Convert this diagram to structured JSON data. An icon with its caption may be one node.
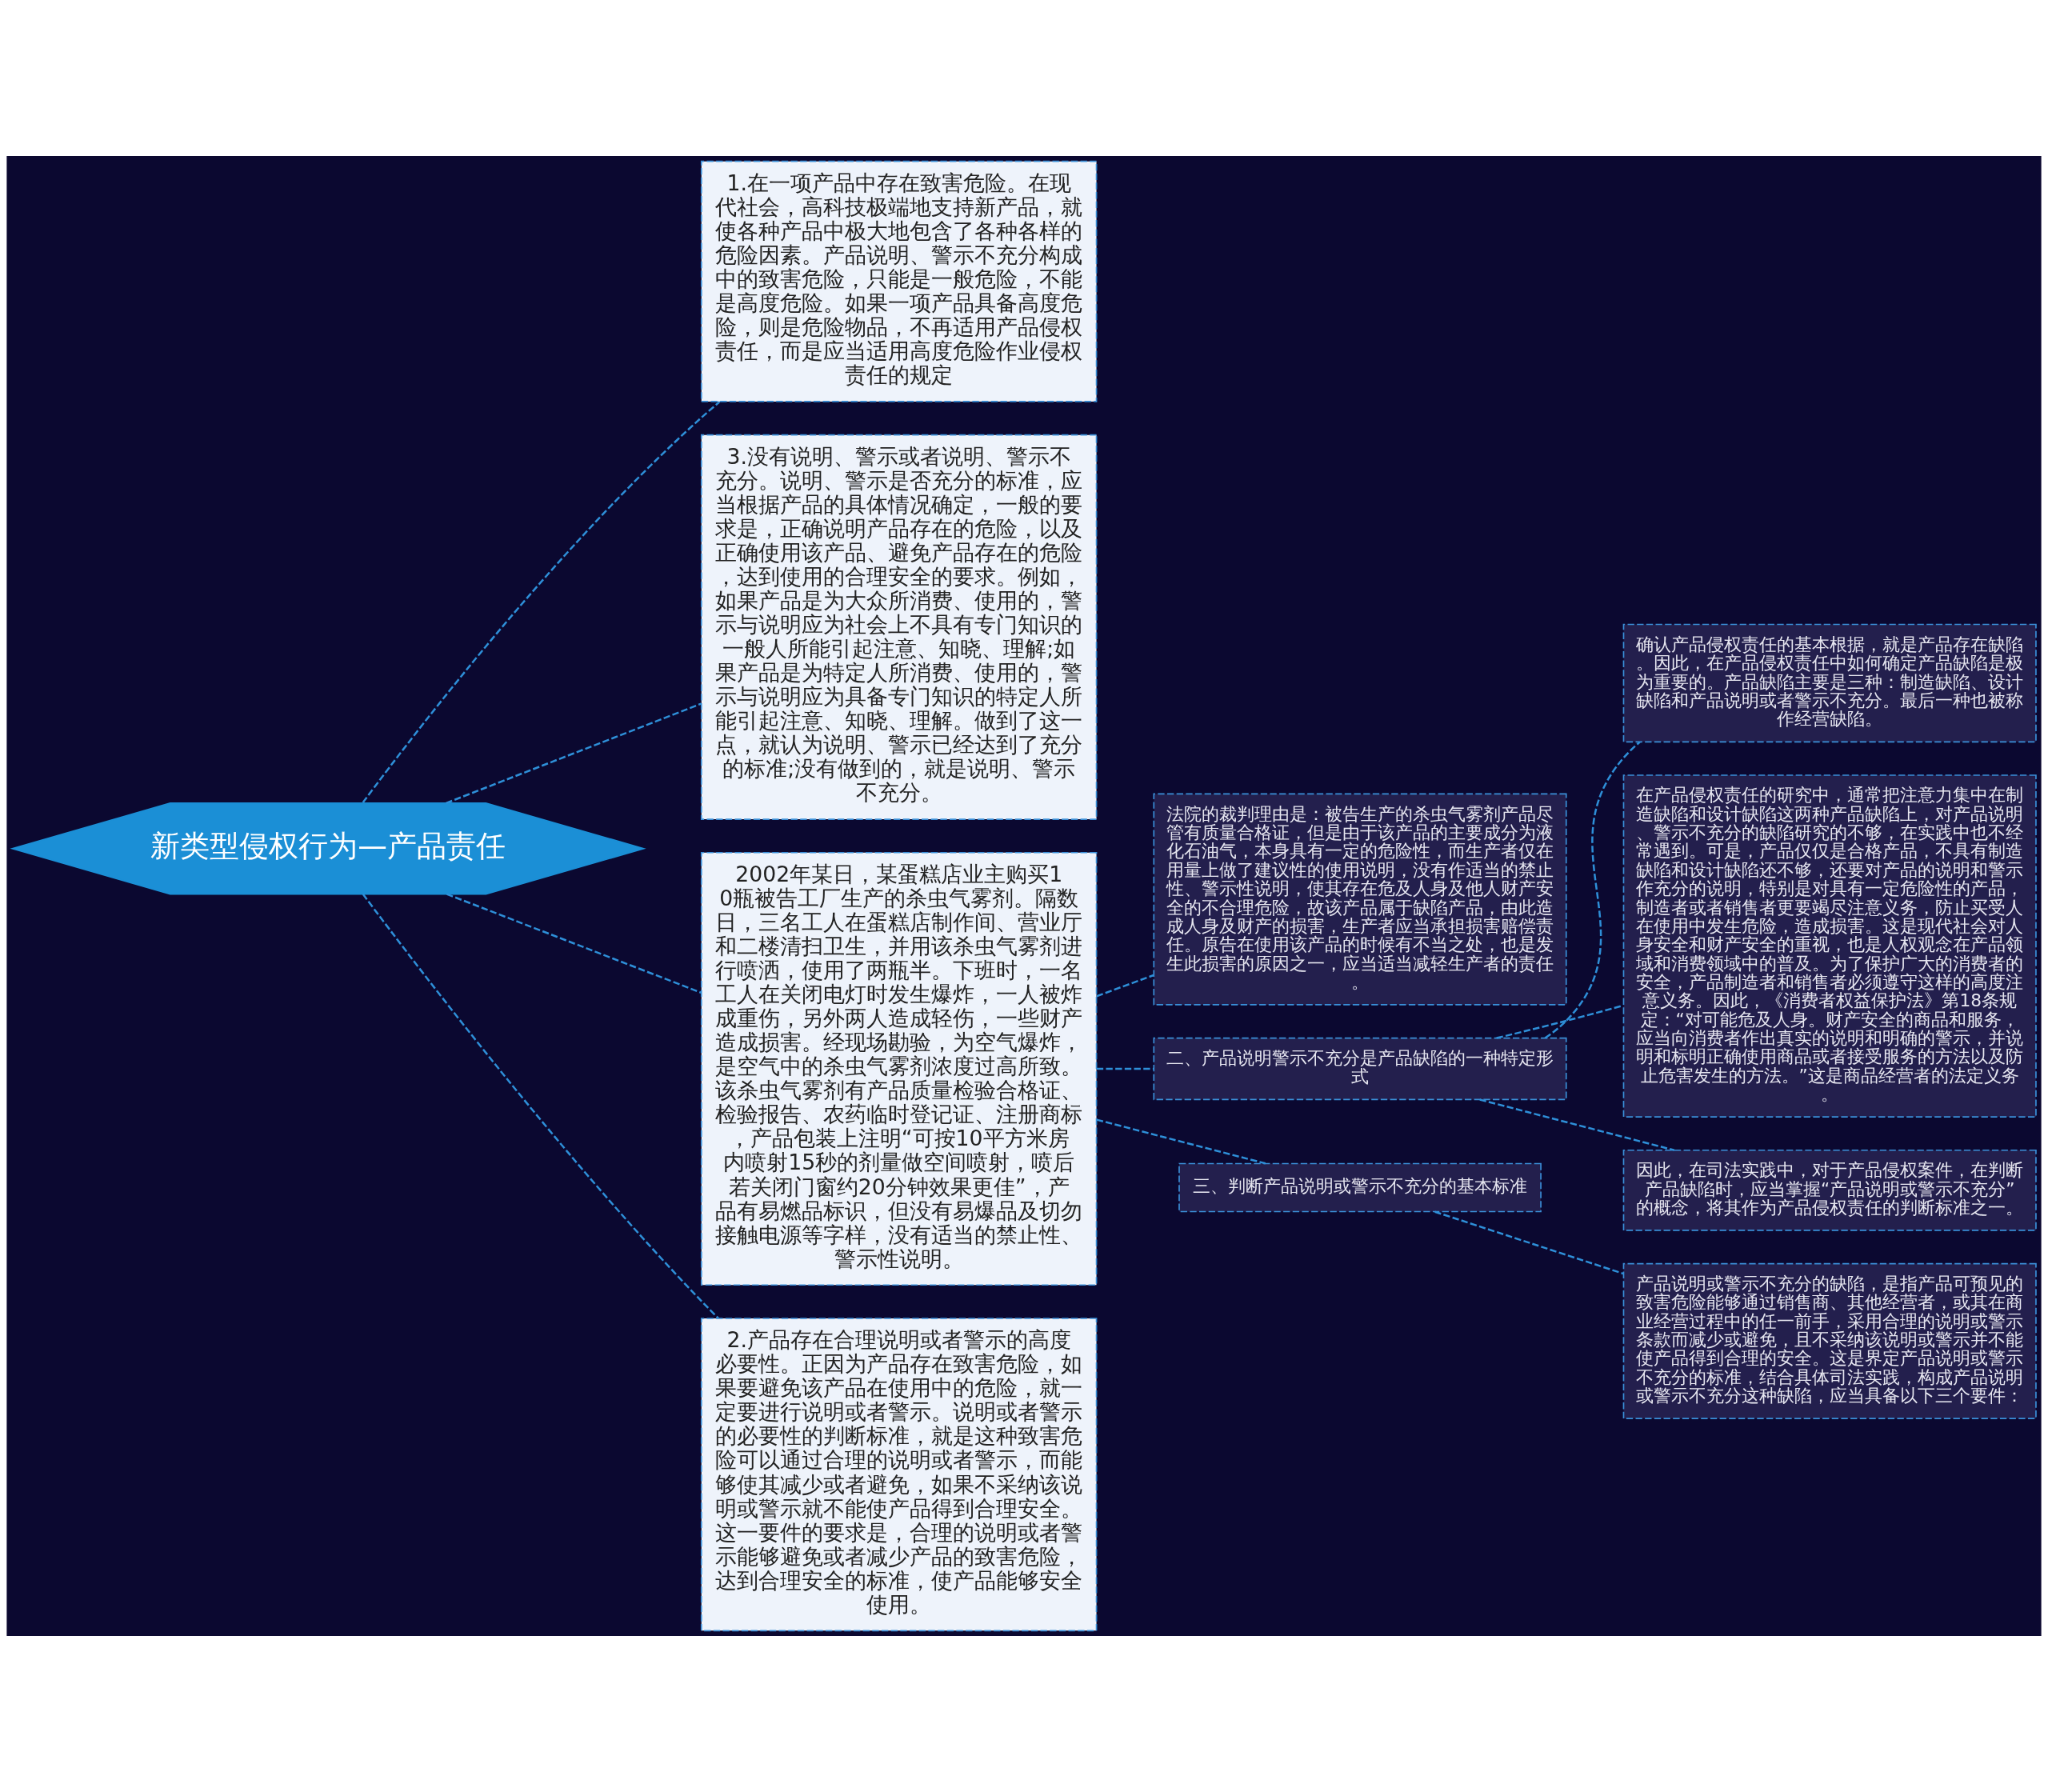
{
  "diagram": {
    "nodes": [
      {
        "text": [
          "新类型侵权行为—产品责任"
        ]
      },
      {
        "text": [
          "1.在一项产品中存在致害危险。在现代社会，高科技极端地支持新产品，就使各种产品中极大地包含了各种各样的危险因素。产品说明、警示不充分构成中的致害危险，只能是一般危险，不能是高度危险。如果一项产品具备高度危险，则是危险物品，不再适用产品侵权责任，而是应当适用高度危险作业侵权责任的规定"
        ]
      },
      {
        "text": [
          "3.没有说明、警示或者说明、警示不充分。说明、警示是否充分的标准，应当根据产品的具体情况确定，一般的要求是，正确说明产品存在的危险，以及正确使用该产品、避免产品存在的危险，达到使用的合理安全的要求。例如，如果产品是为大众所消费、使用的，警示与说明应为社会上不具有专门知识的一般人所能引起注意、知晓、理解;如果产品是为特定人所消费、使用的，警示与说明应为具备专门知识的特定人所能引起注意、知晓、理解。做到了这一点，就认为说明、警示已经达到了充分的标准;没有做到的，就是说明、警示不充分。"
        ]
      },
      {
        "text": [
          "2002年某日，某蛋糕店业主购买10瓶被告工厂生产的杀虫气雾剂。隔数日，三名工人在蛋糕店制作间、营业厅和二楼清扫卫生，并用该杀虫气雾剂进行喷洒，使用了两瓶半。下班时，一名工人在关闭电灯时发生爆炸，一人被炸成重伤，另外两人造成轻伤，一些财产造成损害。经现场勘验，为空气爆炸，是空气中的杀虫气雾剂浓度过高所致。该杀虫气雾剂有产品质量检验合格证、检验报告、农药临时登记证、注册商标，产品包装上注明“可按10平方米房内喷射15秒的剂量做空间喷射，喷后若关闭门窗约20分钟效果更佳”，产品有易燃品标识，但没有易爆品及切勿接触电源等字样，没有适当的禁止性、警示性说明。"
        ]
      },
      {
        "text": [
          "法院的裁判理由是：被告生产的杀虫气雾剂产品尽管有质量合格证，但是由于该产品的主要成分为液化石油气，本身具有一定的危险性，而生产者仅在用量上做了建议性的使用说明，没有作适当的禁止性、警示性说明，使其存在危及人身及他人财产安全的不合理危险，故该产品属于缺陷产品，由此造成人身及财产的损害，生产者应当承担损害赔偿责任。原告在使用该产品的时候有不当之处，也是发生此损害的原因之一，应当适当减轻生产者的责任。"
        ]
      },
      {
        "text": [
          "二、产品说明警示不充分是产品缺陷的一种特定形式"
        ]
      },
      {
        "text": [
          "确认产品侵权责任的基本根据，就是产品存在缺陷。因此，在产品侵权责任中如何确定产品缺陷是极为重要的。产品缺陷主要是三种：制造缺陷、设计缺陷和产品说明或者警示不充分。最后一种也被称作经营缺陷。"
        ]
      },
      {
        "text": [
          "在产品侵权责任的研究中，通常把注意力集中在制造缺陷和设计缺陷这两种产品缺陷上，对产品说明、警示不充分的缺陷研究的不够，在实践中也不经常遇到。可是，产品仅仅是合格产品，不具有制造缺陷和设计缺陷还不够，还要对产品的说明和警示作充分的说明，特别是对具有一定危险性的产品，制造者或者销售者更要竭尽注意义务，防止买受人在使用中发生危险，造成损害。这是现代社会对人身安全和财产安全的重视，也是人权观念在产品领域和消费领域中的普及。为了保护广大的消费者的安全，产品制造者和销售者必须遵守这样的高度注意义务。因此，《消费者权益保护法》第18条规定：“对可能危及人身。财产安全的商品和服务，应当向消费者作出真实的说明和明确的警示，并说明和标明正确使用商品或者接受服务的方法以及防止危害发生的方法。”这是商品经营者的法定义务。"
        ]
      },
      {
        "text": [
          "因此，在司法实践中，对于产品侵权案件，在判断产品缺陷时，应当掌握“产品说明或警示不充分”的概念，将其作为产品侵权责任的判断标准之一。"
        ]
      },
      {
        "text": [
          "三、判断产品说明或警示不充分的基本标准"
        ]
      },
      {
        "text": [
          "产品说明或警示不充分的缺陷，是指产品可预见的致害危险能够通过销售商、其他经营者，或其在商业经营过程中的任一前手，采用合理的说明或警示条款而减少或避免，且不采纳该说明或警示并不能使产品得到合理的安全。这是界定产品说明或警示不充分的标准，结合具体司法实践，构成产品说明或警示不充分这种缺陷，应当具备以下三个要件："
        ]
      },
      {
        "text": [
          "2.产品存在合理说明或者警示的高度必要性。正因为产品存在致害危险，如果要避免该产品在使用中的危险，就一定要进行说明或者警示。说明或者警示的必要性的判断标准，就是这种致害危险可以通过合理的说明或者警示，而能够使其减少或者避免，如果不采纳该说明或警示就不能使产品得到合理安全。这一要件的要求是，合理的说明或者警示能够避免或者减少产品的致害危险，达到合理安全的标准，使产品能够安全使用。"
        ]
      }
    ],
    "edges": [
      {
        "from": 0,
        "to": 1,
        "arrow": "none",
        "style": "dashed"
      },
      {
        "from": 0,
        "to": 2,
        "arrow": "none",
        "style": "dashed"
      },
      {
        "from": 0,
        "to": 3,
        "arrow": "none",
        "style": "dashed"
      },
      {
        "from": 3,
        "to": 4,
        "arrow": "none",
        "style": "dashed"
      },
      {
        "from": 3,
        "to": 5,
        "arrow": "none",
        "style": "dashed"
      },
      {
        "from": 5,
        "to": 6,
        "arrow": "none",
        "style": "dashed"
      },
      {
        "from": 5,
        "to": 7,
        "arrow": "none",
        "style": "dashed"
      },
      {
        "from": 5,
        "to": 8,
        "arrow": "none",
        "style": "dashed"
      },
      {
        "from": 3,
        "to": 9,
        "arrow": "none",
        "style": "dashed"
      },
      {
        "from": 9,
        "to": 10,
        "arrow": "none",
        "style": "dashed"
      },
      {
        "from": 0,
        "to": 11,
        "arrow": "none",
        "style": "dashed"
      }
    ]
  }
}
